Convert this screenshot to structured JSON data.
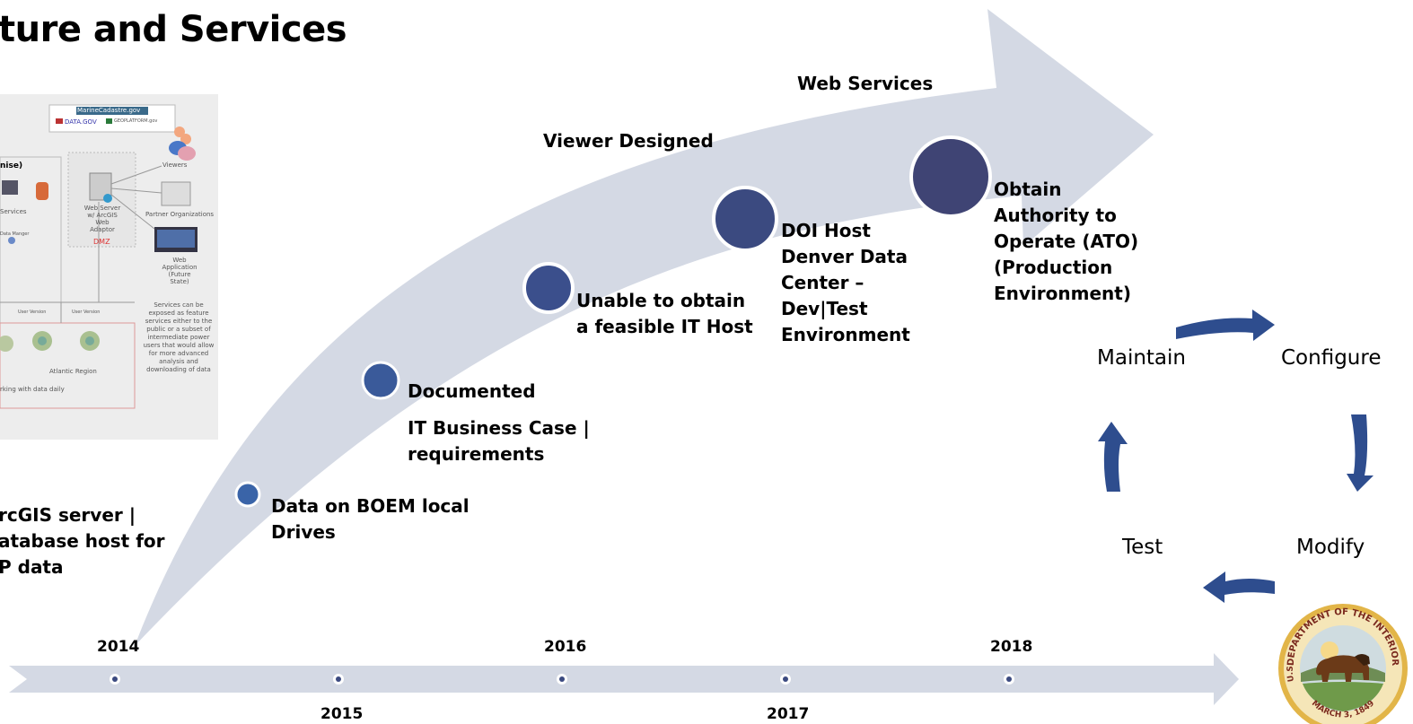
{
  "title": "ture and Services",
  "milestones": [
    {
      "label": "Data on BOEM local Drives",
      "line1": "Data on BOEM local",
      "line2": "Drives"
    },
    {
      "label": "Documented",
      "sub1": "IT Business Case |",
      "sub2": "requirements"
    },
    {
      "label": "Unable to obtain a feasible IT Host",
      "line1": "Unable to obtain",
      "line2": "a feasible IT Host"
    },
    {
      "label": "DOI Host Denver Data Center – Dev|Test Environment",
      "line1": "DOI Host",
      "line2": "Denver Data",
      "line3": "Center –",
      "line4": "Dev|Test",
      "line5": "Environment"
    },
    {
      "label": "Obtain Authority to Operate (ATO) (Production Environment)",
      "line1": "Obtain",
      "line2": "Authority to",
      "line3": "Operate (ATO)",
      "line4": "(Production",
      "line5": "Environment)"
    }
  ],
  "arrow_labels": {
    "viewer": "Viewer Designed",
    "web": "Web Services"
  },
  "left_text": {
    "line1": "rcGIS server |",
    "line2": "atabase host for",
    "line3": "P data"
  },
  "timeline": {
    "years_top": [
      "2014",
      "2016",
      "2018"
    ],
    "years_bottom": [
      "2015",
      "2017"
    ]
  },
  "cycle": {
    "maintain": "Maintain",
    "configure": "Configure",
    "modify": "Modify",
    "test": "Test"
  },
  "thumbnail": {
    "site": "MarineCadastre.gov",
    "datagov": "DATA.GOV",
    "geoplatform": "GEOPLATFORM.gov",
    "enterprise": "nise)",
    "viewers": "Viewers",
    "web_server": "Web Server w/ ArcGIS Web Adaptor",
    "dmz": "DMZ",
    "partner": "Partner Organizations",
    "services": "Services",
    "data_manager": "Data Manger",
    "web_app": "Web Application (Future State)",
    "note": "Services can be exposed as feature services either to the public or a subset of intermediate power users that would allow for more advanced analysis and downloading of data",
    "user_version": "User Version",
    "region": "Atlantic Region",
    "working": "rking with data daily"
  },
  "seal": {
    "top_text": "DEPARTMENT OF THE INTERIOR",
    "left_text": "U.S.",
    "bottom_text": "MARCH 3, 1849"
  },
  "colors": {
    "arrow": "#d4d9e4",
    "dot": "#3b4a80",
    "dot_small": "#3a64a8",
    "cycle_arrow": "#2e4d8e",
    "timeline": "#d4d9e4"
  }
}
